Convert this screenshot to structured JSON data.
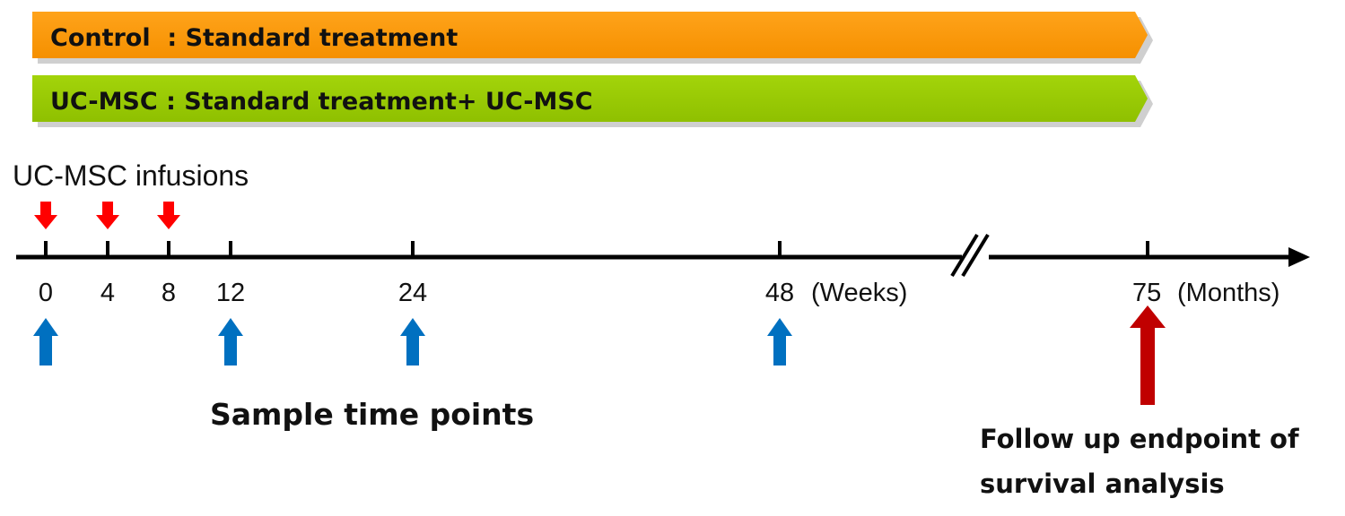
{
  "bars": {
    "control": {
      "label": "Control   : Standard treatment",
      "color": "#FF9900"
    },
    "ucmsc": {
      "label": "UC-MSC : Standard treatment+ UC-MSC",
      "color": "#99CC00"
    }
  },
  "infusions": {
    "label": "UC-MSC  infusions",
    "color": "#FF0000",
    "weeks": [
      0,
      4,
      8
    ]
  },
  "timeline": {
    "ticks": [
      {
        "label": "0",
        "week": 0
      },
      {
        "label": "4",
        "week": 4
      },
      {
        "label": "8",
        "week": 8
      },
      {
        "label": "12",
        "week": 12
      },
      {
        "label": "24",
        "week": 24
      },
      {
        "label": "48",
        "week": 48
      }
    ],
    "weeks_unit": "(Weeks)",
    "end_tick": {
      "label": "75",
      "unit": "(Months)"
    }
  },
  "samples": {
    "label": "Sample time points",
    "color": "#0070C0",
    "weeks": [
      0,
      12,
      24,
      48
    ]
  },
  "endpoint": {
    "label_line1": "Follow up endpoint of",
    "label_line2": "survival analysis",
    "color": "#C00000"
  }
}
